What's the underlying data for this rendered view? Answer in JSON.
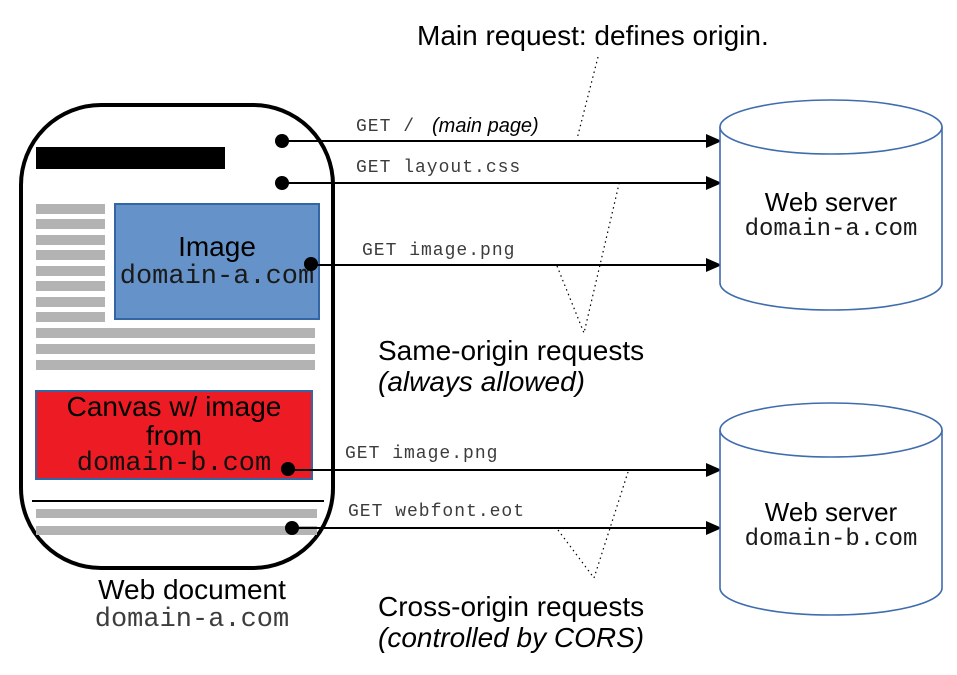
{
  "title": "Main request: defines origin.",
  "web_document": {
    "image_box": {
      "title": "Image",
      "domain": "domain-a.com"
    },
    "canvas_box": {
      "title": "Canvas w/ image from",
      "domain": "domain-b.com"
    },
    "caption": {
      "title": "Web document",
      "domain": "domain-a.com"
    }
  },
  "requests": [
    {
      "label": "GET /",
      "note": "(main page)"
    },
    {
      "label": "GET layout.css"
    },
    {
      "label": "GET image.png"
    },
    {
      "label": "GET image.png"
    },
    {
      "label": "GET webfont.eot"
    }
  ],
  "annotations": {
    "same_origin": {
      "title": "Same-origin requests",
      "subtitle": "(always allowed)"
    },
    "cross_origin": {
      "title": "Cross-origin requests",
      "subtitle": "(controlled by CORS)"
    }
  },
  "servers": [
    {
      "title": "Web server",
      "domain": "domain-a.com"
    },
    {
      "title": "Web server",
      "domain": "domain-b.com"
    }
  ],
  "colors": {
    "image_box_fill": "#6592c8",
    "canvas_box_fill": "#ed1c24",
    "box_border_blue": "#3465a4",
    "cylinder_stroke": "#3f6cad",
    "placeholder_gray": "#b3b3b3"
  }
}
